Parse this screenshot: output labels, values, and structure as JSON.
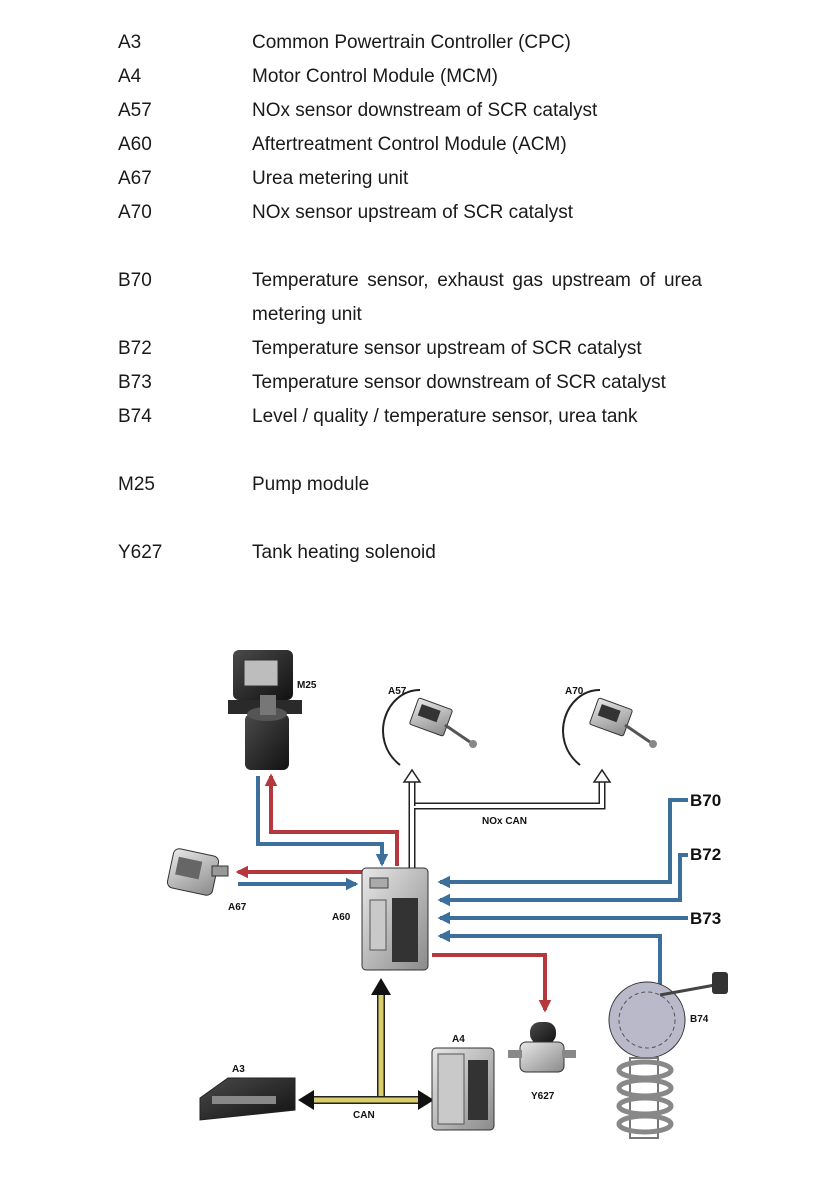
{
  "legend": [
    {
      "code": "A3",
      "desc": "Common Powertrain Controller (CPC)"
    },
    {
      "code": "A4",
      "desc": "Motor Control Module (MCM)"
    },
    {
      "code": "A57",
      "desc": "NOx sensor downstream of SCR catalyst"
    },
    {
      "code": "A60",
      "desc": "Aftertreatment Control Module (ACM)"
    },
    {
      "code": "A67",
      "desc": "Urea metering unit"
    },
    {
      "code": "A70",
      "desc": "NOx sensor upstream of SCR catalyst"
    },
    {
      "code": "B70",
      "desc": "Temperature sensor, exhaust gas upstream of urea metering unit"
    },
    {
      "code": "B72",
      "desc": "Temperature sensor upstream of SCR catalyst"
    },
    {
      "code": "B73",
      "desc": "Temperature sensor downstream of SCR catalyst"
    },
    {
      "code": "B74",
      "desc": "Level / quality / temperature sensor, urea tank"
    },
    {
      "code": "M25",
      "desc": "Pump module"
    },
    {
      "code": "Y627",
      "desc": "Tank heating solenoid"
    }
  ],
  "diagram": {
    "labels": {
      "m25": "M25",
      "a57": "A57",
      "a70": "A70",
      "nox_can": "NOx CAN",
      "b70": "B70",
      "b72": "B72",
      "b73": "B73",
      "a67": "A67",
      "a60": "A60",
      "b74": "B74",
      "a4": "A4",
      "a3": "A3",
      "y627": "Y627",
      "can": "CAN"
    },
    "colors": {
      "red_line": "#b5383c",
      "blue_line": "#3d6f9c",
      "yellow_line": "#d9cf6a",
      "white_line": "#ffffff",
      "outline": "#222222"
    }
  }
}
